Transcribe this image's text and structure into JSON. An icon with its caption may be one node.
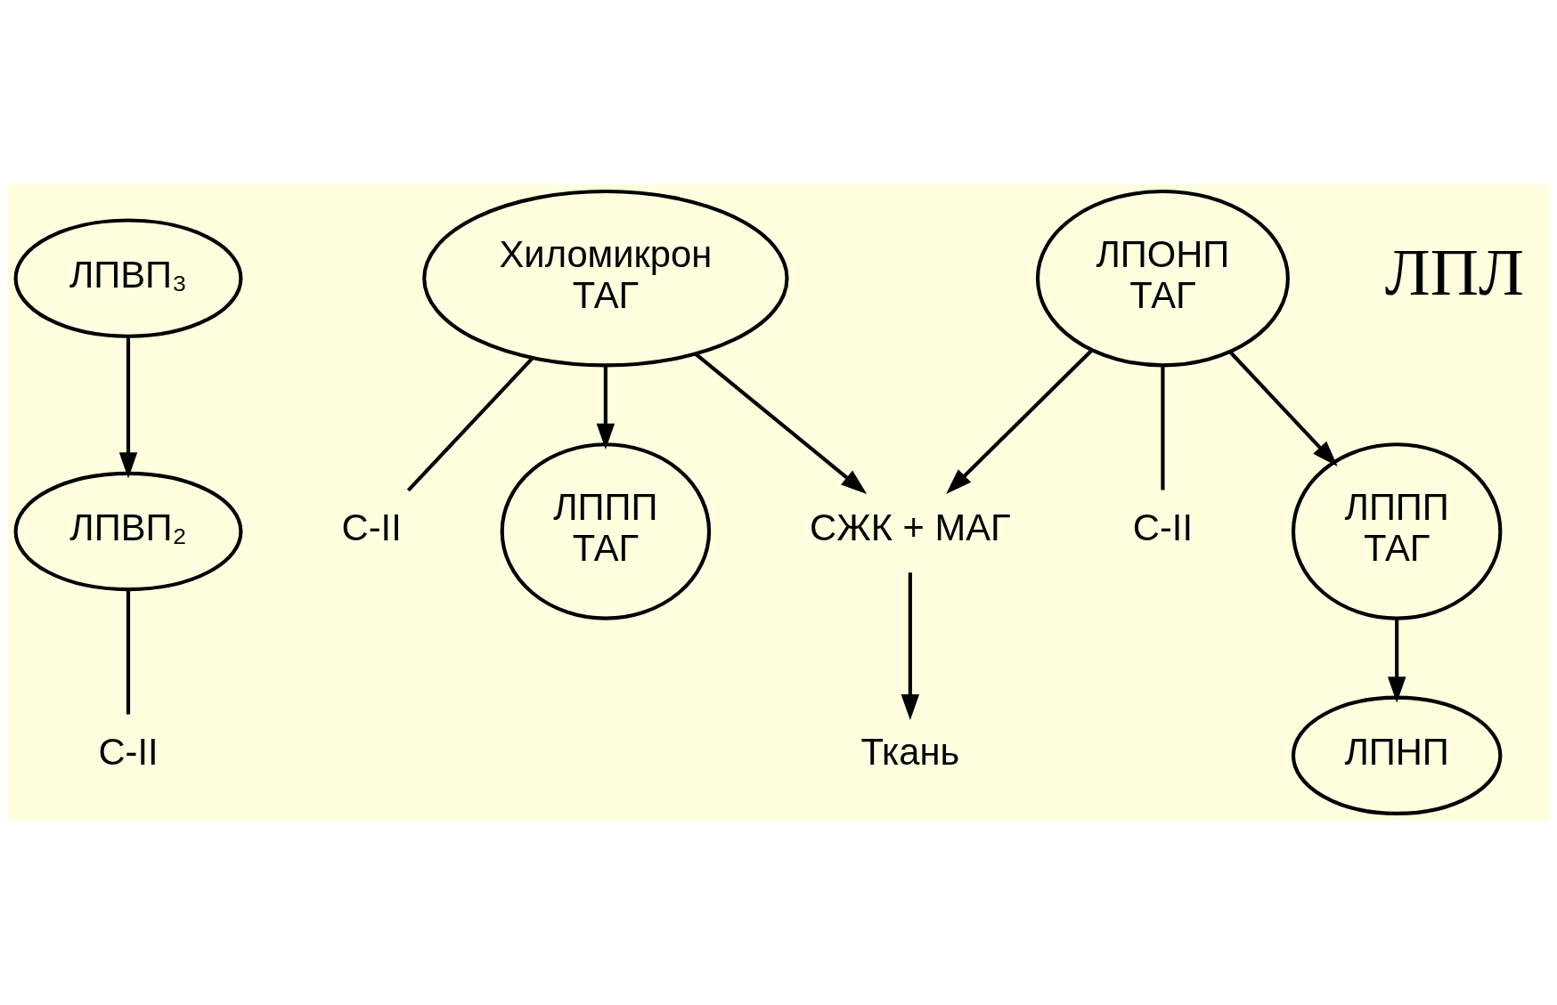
{
  "diagram": {
    "nodes": [
      {
        "text": [
          "ЛПВП₃"
        ]
      },
      {
        "text": [
          "ЛПВП₂"
        ]
      },
      {
        "text": [
          "C-II"
        ]
      },
      {
        "text": [
          "Хиломикрон",
          "ТАГ"
        ]
      },
      {
        "text": [
          "C-II"
        ]
      },
      {
        "text": [
          "ЛППП",
          "ТАГ"
        ]
      },
      {
        "text": [
          "СЖК + МАГ"
        ]
      },
      {
        "text": [
          "Ткань"
        ]
      },
      {
        "text": [
          "ЛПОНП",
          "ТАГ"
        ]
      },
      {
        "text": [
          "C-II"
        ]
      },
      {
        "text": [
          "ЛППП",
          "ТАГ"
        ]
      },
      {
        "text": [
          "ЛПНП"
        ]
      }
    ],
    "edges": [
      {
        "from": 0,
        "to": 1,
        "arrow": "to"
      },
      {
        "from": 1,
        "to": 2,
        "arrow": "none"
      },
      {
        "from": 3,
        "to": 4,
        "arrow": "none"
      },
      {
        "from": 3,
        "to": 5,
        "arrow": "to"
      },
      {
        "from": 3,
        "to": 6,
        "arrow": "to"
      },
      {
        "from": 6,
        "to": 7,
        "arrow": "to"
      },
      {
        "from": 8,
        "to": 9,
        "arrow": "none"
      },
      {
        "from": 8,
        "to": 6,
        "arrow": "to"
      },
      {
        "from": 8,
        "to": 10,
        "arrow": "to"
      },
      {
        "from": 10,
        "to": 11,
        "arrow": "to"
      }
    ],
    "labels": [
      "ЛПЛ"
    ]
  }
}
